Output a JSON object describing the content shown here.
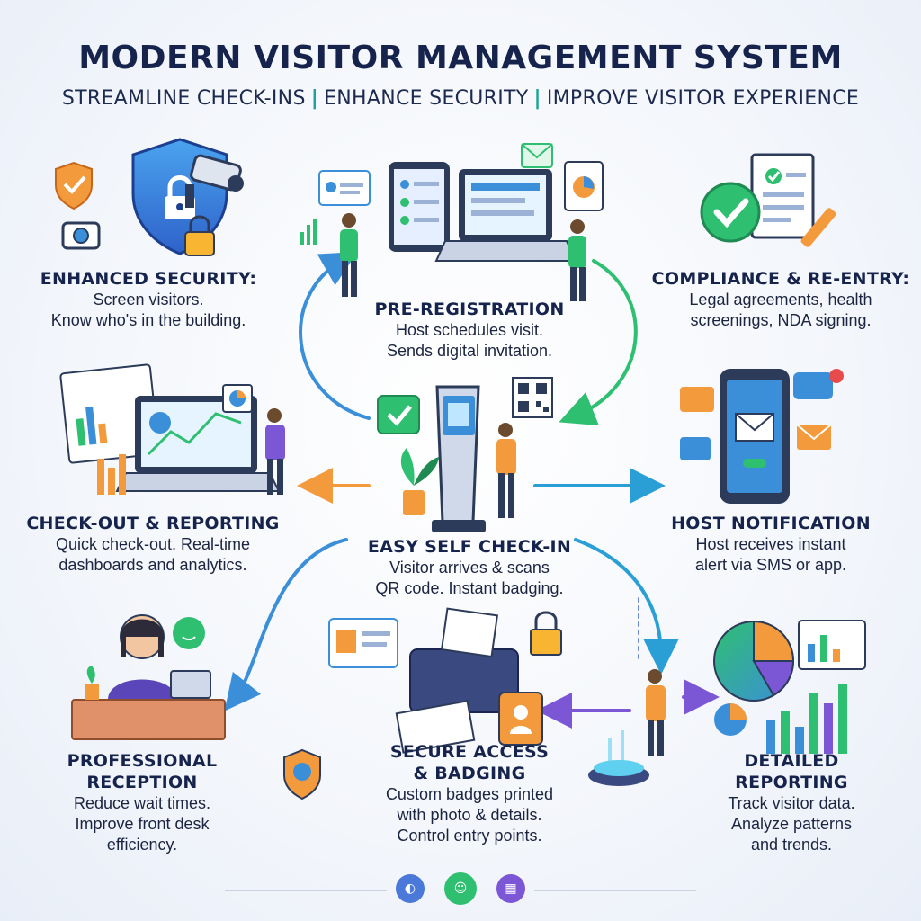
{
  "header": {
    "title": "MODERN VISITOR MANAGEMENT SYSTEM",
    "subtitle_parts": [
      "STREAMLINE CHECK-INS",
      "ENHANCE SECURITY",
      "IMPROVE VISITOR EXPERIENCE"
    ],
    "separator": "|"
  },
  "nodes": {
    "security": {
      "title": "ENHANCED SECURITY:",
      "lines": [
        "Screen visitors.",
        "Know who's in the building."
      ]
    },
    "preregistration": {
      "title": "PRE-REGISTRATION",
      "lines": [
        "Host schedules visit.",
        "Sends digital invitation."
      ]
    },
    "compliance": {
      "title": "COMPLIANCE & RE-ENTRY:",
      "lines": [
        "Legal agreements, health",
        "screenings, NDA signing."
      ]
    },
    "checkout": {
      "title": "CHECK-OUT & REPORTING",
      "lines": [
        "Quick check-out. Real-time",
        "dashboards and analytics."
      ]
    },
    "selfcheckin": {
      "title": "EASY SELF CHECK-IN",
      "lines": [
        "Visitor arrives & scans",
        "QR code. Instant badging."
      ]
    },
    "notification": {
      "title": "HOST NOTIFICATION",
      "lines": [
        "Host receives instant",
        "alert via SMS or app."
      ]
    },
    "reception": {
      "title_lines": [
        "PROFESSIONAL",
        "RECEPTION"
      ],
      "lines": [
        "Reduce wait times.",
        "Improve front desk",
        "efficiency."
      ]
    },
    "badging": {
      "title_lines": [
        "SECURE ACCESS",
        "& BADGING"
      ],
      "lines": [
        "Custom badges printed",
        "with photo & details.",
        "Control entry points."
      ]
    },
    "reporting": {
      "title_lines": [
        "DETAILED",
        "REPORTING"
      ],
      "lines": [
        "Track visitor data.",
        "Analyze patterns",
        "and trends."
      ]
    }
  },
  "colors": {
    "navy": "#16244d",
    "teal": "#1aa39a",
    "blue": "#3b8fd9",
    "green": "#2fbf71",
    "orange": "#f39a3d",
    "purple": "#7b57d6"
  },
  "icons": [
    "shield-lock-icon",
    "cctv-camera-icon",
    "padlock-icon",
    "camera-icon",
    "tablet-icon",
    "laptop-icon",
    "checklist-document-icon",
    "pencil-icon",
    "dashboard-monitor-icon",
    "kiosk-icon",
    "qr-code-icon",
    "smartphone-icon",
    "envelope-icon",
    "receptionist-icon",
    "printer-icon",
    "badge-icon",
    "pie-chart-icon",
    "bar-chart-icon"
  ]
}
